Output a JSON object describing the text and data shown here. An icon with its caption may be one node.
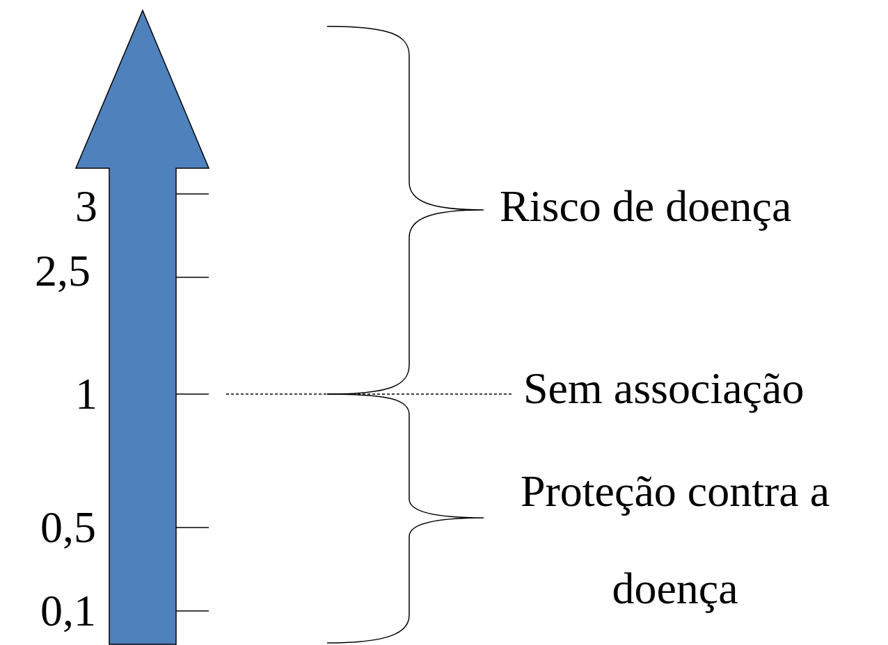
{
  "diagram": {
    "labels": [
      "3",
      "Risco de doença",
      "2,5",
      "1",
      "Sem associação",
      "0,5",
      "Proteção contra a doença",
      "0,1"
    ]
  }
}
